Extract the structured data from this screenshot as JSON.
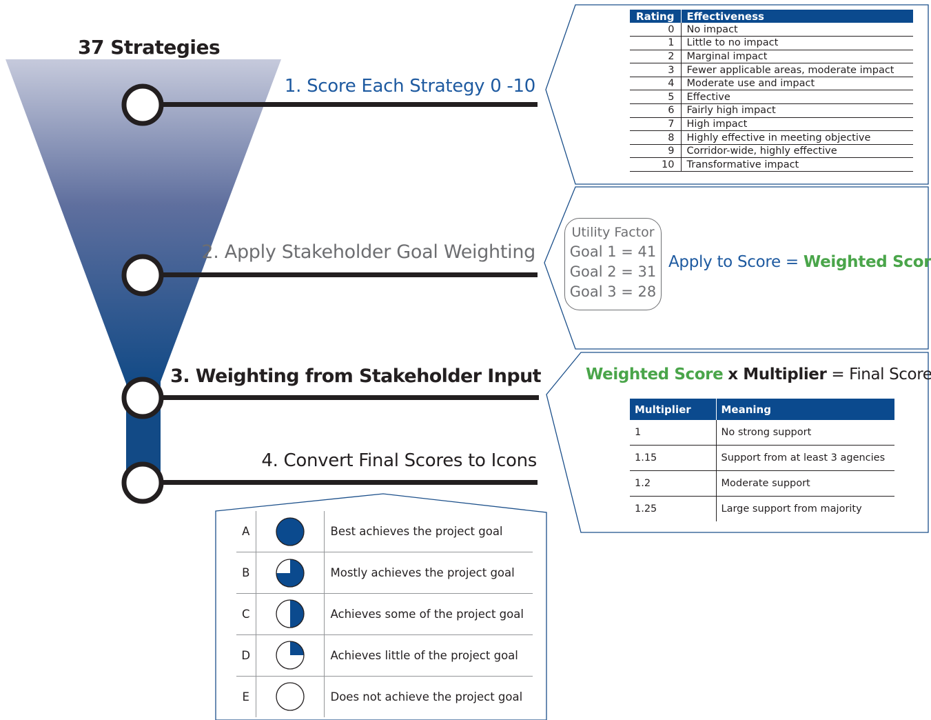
{
  "header": {
    "title": "37 Strategies"
  },
  "steps": [
    {
      "label": "1. Score Each Strategy 0 -10"
    },
    {
      "label": "2. Apply Stakeholder Goal Weighting"
    },
    {
      "label": "3. Weighting from Stakeholder Input"
    },
    {
      "label": "4. Convert Final Scores to Icons"
    }
  ],
  "rating_table": {
    "headers": [
      "Rating",
      "Effectiveness"
    ],
    "rows": [
      {
        "rating": "0",
        "effectiveness": "No impact"
      },
      {
        "rating": "1",
        "effectiveness": "Little to no impact"
      },
      {
        "rating": "2",
        "effectiveness": "Marginal impact"
      },
      {
        "rating": "3",
        "effectiveness": "Fewer applicable areas, moderate impact"
      },
      {
        "rating": "4",
        "effectiveness": "Moderate use and impact"
      },
      {
        "rating": "5",
        "effectiveness": "Effective"
      },
      {
        "rating": "6",
        "effectiveness": "Fairly high impact"
      },
      {
        "rating": "7",
        "effectiveness": "High impact"
      },
      {
        "rating": "8",
        "effectiveness": "Highly effective in meeting objective"
      },
      {
        "rating": "9",
        "effectiveness": "Corridor-wide, highly effective"
      },
      {
        "rating": "10",
        "effectiveness": "Transformative impact"
      }
    ]
  },
  "utility": {
    "title": "Utility Factor",
    "goals": [
      "Goal 1 = 41",
      "Goal 2 = 31",
      "Goal 3 = 28"
    ]
  },
  "apply": {
    "prefix": "Apply to Score =",
    "result": "Weighted Score"
  },
  "final_formula": {
    "weighted": "Weighted Score",
    "multiplier": "x Multiplier",
    "result": "= Final Score"
  },
  "multiplier_table": {
    "headers": [
      "Multiplier",
      "Meaning"
    ],
    "rows": [
      {
        "multiplier": "1",
        "meaning": "No strong support"
      },
      {
        "multiplier": "1.15",
        "meaning": "Support from at least 3 agencies"
      },
      {
        "multiplier": "1.2",
        "meaning": "Moderate support"
      },
      {
        "multiplier": "1.25",
        "meaning": "Large support from majority"
      }
    ]
  },
  "icons_legend": [
    {
      "grade": "A",
      "fill": 1.0,
      "icon": "full-circle-icon",
      "description": "Best achieves the project goal"
    },
    {
      "grade": "B",
      "fill": 0.75,
      "icon": "three-quarter-circle-icon",
      "description": "Mostly achieves the project goal"
    },
    {
      "grade": "C",
      "fill": 0.5,
      "icon": "half-circle-icon",
      "description": "Achieves some of the project goal"
    },
    {
      "grade": "D",
      "fill": 0.25,
      "icon": "quarter-circle-icon",
      "description": "Achieves little of the project goal"
    },
    {
      "grade": "E",
      "fill": 0.0,
      "icon": "empty-circle-icon",
      "description": "Does not achieve the project goal"
    }
  ],
  "colors": {
    "navy": "#0b4a8e",
    "step_blue": "#1e5aa0",
    "green": "#4aa54a",
    "gray": "#6d6e71",
    "funnel_top": "#c5c9dc",
    "funnel_bottom": "#124a86"
  }
}
